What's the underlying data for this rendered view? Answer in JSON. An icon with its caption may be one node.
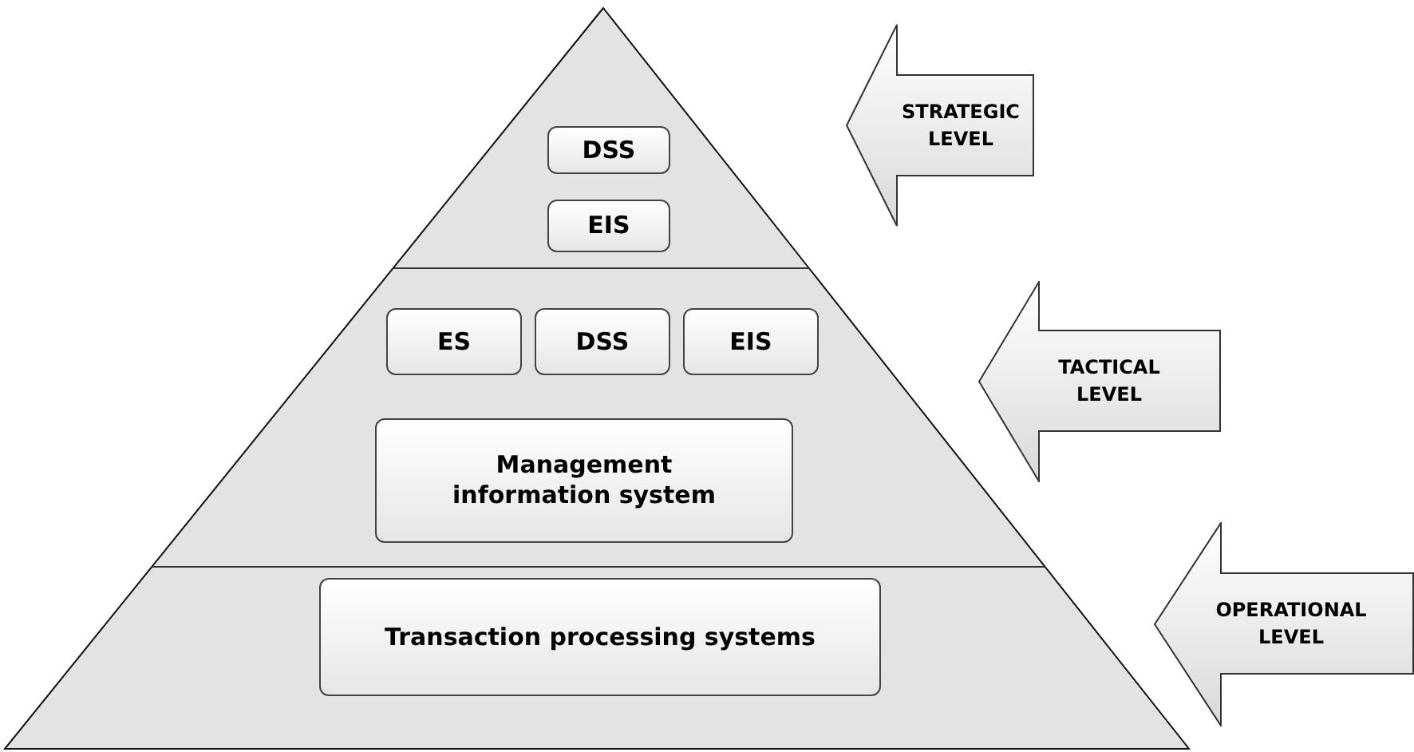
{
  "diagram": {
    "nodes": [
      {
        "text": [
          "DSS"
        ]
      },
      {
        "text": [
          "EIS"
        ]
      },
      {
        "text": [
          "ES"
        ]
      },
      {
        "text": [
          "DSS"
        ]
      },
      {
        "text": [
          "EIS"
        ]
      },
      {
        "text": [
          "Management information system"
        ]
      },
      {
        "text": [
          "Transaction processing systems"
        ]
      },
      {
        "text": [
          "STRATEGIC LEVEL"
        ]
      },
      {
        "text": [
          "TACTICAL LEVEL"
        ]
      },
      {
        "text": [
          "OPERATIONAL LEVEL"
        ]
      }
    ]
  }
}
